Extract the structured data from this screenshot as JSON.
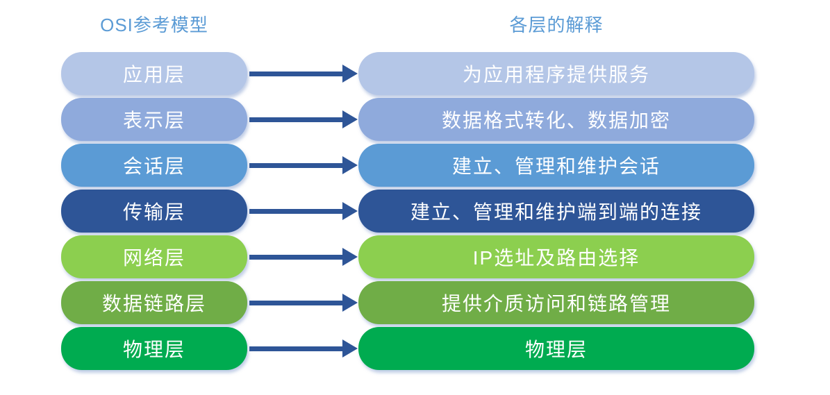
{
  "diagram": {
    "left_title": "OSI参考模型",
    "right_title": "各层的解释",
    "title_color": "#5b9bd5",
    "arrow_color": "#2e5597",
    "rows": [
      {
        "layer": "应用层",
        "description": "为应用程序提供服务",
        "color": "#b4c6e7"
      },
      {
        "layer": "表示层",
        "description": "数据格式转化、数据加密",
        "color": "#8faadc"
      },
      {
        "layer": "会话层",
        "description": "建立、管理和维护会话",
        "color": "#5b9bd5"
      },
      {
        "layer": "传输层",
        "description": "建立、管理和维护端到端的连接",
        "color": "#2e5597"
      },
      {
        "layer": "网络层",
        "description": "IP选址及路由选择",
        "color": "#8ccf4f"
      },
      {
        "layer": "数据链路层",
        "description": "提供介质访问和链路管理",
        "color": "#70ad47"
      },
      {
        "layer": "物理层",
        "description": "物理层",
        "color": "#00ab50"
      }
    ]
  }
}
